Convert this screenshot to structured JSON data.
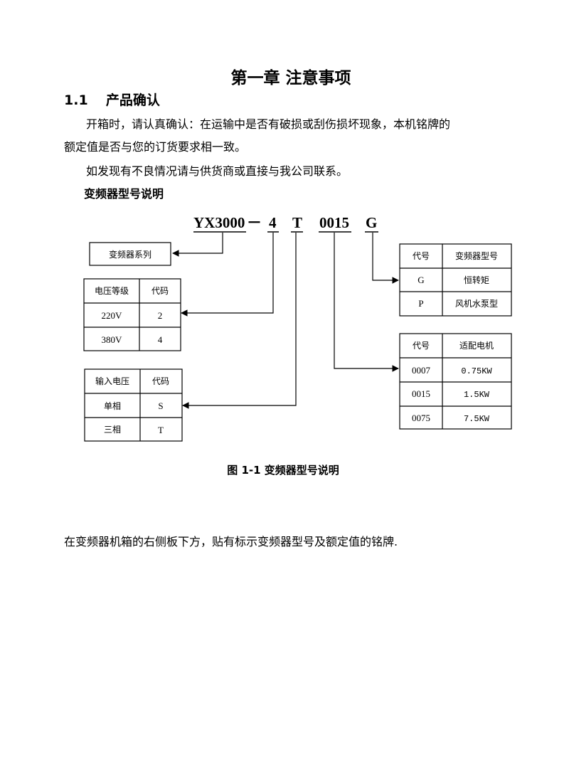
{
  "chapter_title": "第一章  注意事项",
  "section": {
    "number": "1.1",
    "title": "产品确认"
  },
  "paragraphs": {
    "p1_line1": "开箱时，请认真确认：在运输中是否有破损或刮伤损坏现象，本机铭牌的",
    "p1_line2": "额定值是否与您的订货要求相一致。",
    "p2": "如发现有不良情况请与供货商或直接与我公司联系。"
  },
  "subheading": "变频器型号说明",
  "model_code": {
    "series": "YX3000",
    "dash": "－",
    "voltage_code": "4",
    "phase_code": "T",
    "power_code": "0015",
    "type_code": "G"
  },
  "series_box": "变频器系列",
  "voltage_table": {
    "headers": [
      "电压等级",
      "代码"
    ],
    "rows": [
      [
        "220V",
        "2"
      ],
      [
        "380V",
        "4"
      ]
    ]
  },
  "phase_table": {
    "headers": [
      "输入电压",
      "代码"
    ],
    "rows": [
      [
        "单相",
        "S"
      ],
      [
        "三相",
        "T"
      ]
    ]
  },
  "type_table": {
    "headers": [
      "代号",
      "变频器型号"
    ],
    "rows": [
      [
        "G",
        "恒转矩"
      ],
      [
        "P",
        "风机水泵型"
      ]
    ]
  },
  "power_table": {
    "headers": [
      "代号",
      "适配电机"
    ],
    "rows": [
      [
        "0007",
        "0.75KW"
      ],
      [
        "0015",
        "1.5KW"
      ],
      [
        "0075",
        "7.5KW"
      ]
    ]
  },
  "figure_caption": "图 1-1 变频器型号说明",
  "footer_paragraph": "在变频器机箱的右侧板下方，贴有标示变频器型号及额定值的铭牌."
}
